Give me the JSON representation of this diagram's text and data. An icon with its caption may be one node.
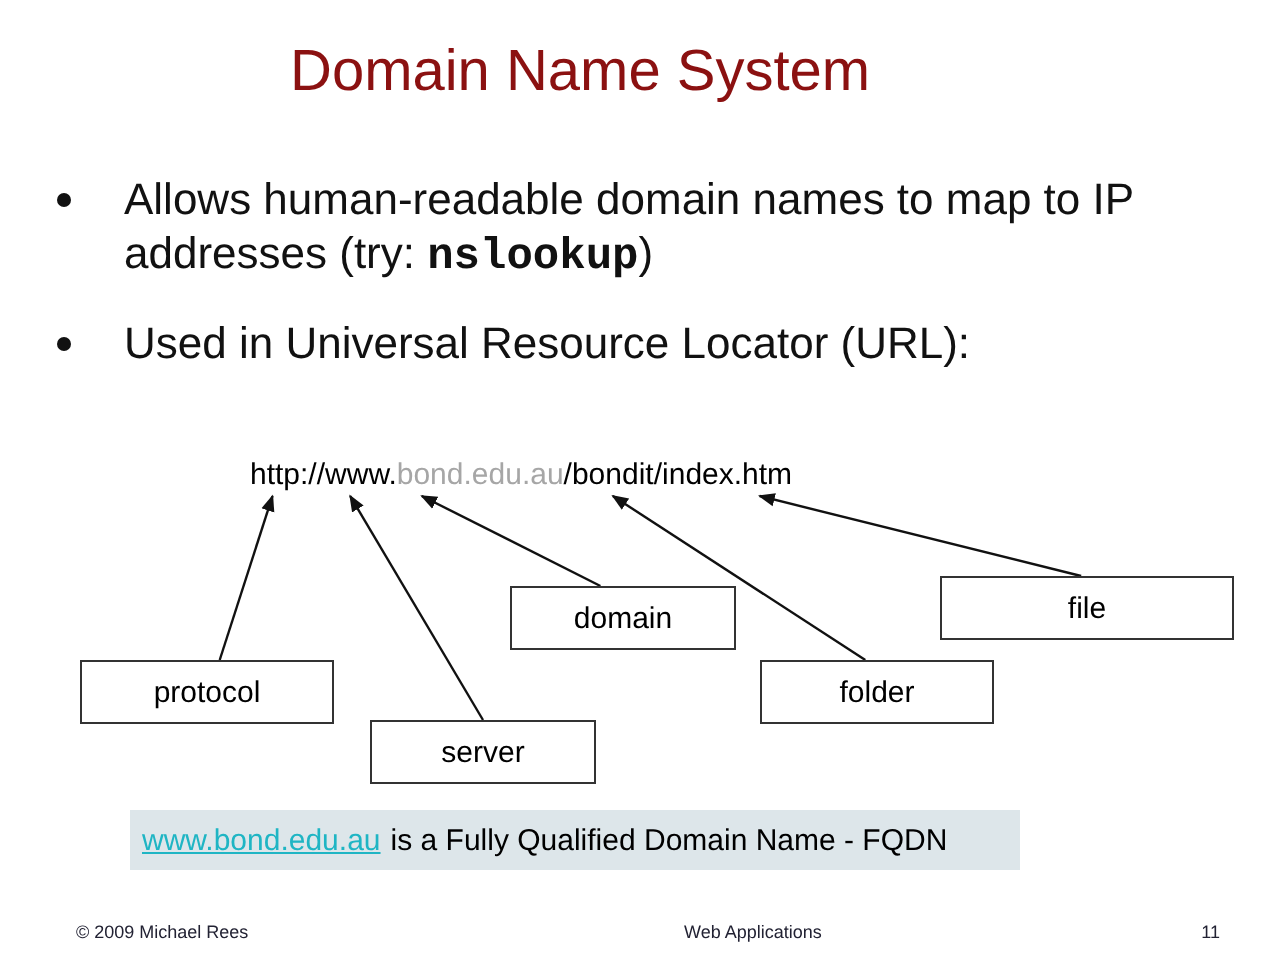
{
  "diagram": {
    "title": "Domain Name System",
    "nodes": [
      {
        "text": [
          "http://"
        ]
      },
      {
        "text": [
          "www."
        ]
      },
      {
        "text": [
          "bond.edu.au"
        ]
      },
      {
        "text": [
          "/bondit/"
        ]
      },
      {
        "text": [
          "index.htm"
        ]
      },
      {
        "text": [
          "domain"
        ]
      },
      {
        "text": [
          "file"
        ]
      },
      {
        "text": [
          "protocol"
        ]
      },
      {
        "text": [
          "folder"
        ]
      },
      {
        "text": [
          "server"
        ]
      },
      {
        "text": [
          "www.bond.edu.au",
          "is a Fully Qualified Domain Name - FQDN"
        ]
      }
    ],
    "edges": [
      {
        "from": 7,
        "to": 0,
        "arrow": "to"
      },
      {
        "from": 9,
        "to": 1,
        "arrow": "to"
      },
      {
        "from": 5,
        "to": 2,
        "arrow": "to"
      },
      {
        "from": 8,
        "to": 3,
        "arrow": "to"
      },
      {
        "from": 6,
        "to": 4,
        "arrow": "to"
      }
    ],
    "labels": [
      "Allows human-readable domain names to map to IP addresses (try: **nslookup**)",
      "Used in Universal Resource Locator (URL):",
      "© 2009 Michael Rees",
      "Web Applications",
      "11"
    ]
  }
}
